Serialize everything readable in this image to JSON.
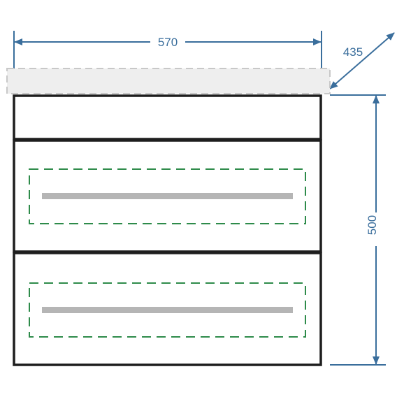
{
  "dimensions": {
    "width_label": "570",
    "depth_label": "435",
    "height_label": "500"
  },
  "colors": {
    "dimension_line": "#3a6e9c",
    "cabinet_outline": "#1e1e1e",
    "countertop_fill": "#eeeeee",
    "countertop_outline": "#c8c8c8",
    "drawer_handle": "#b5b5b5",
    "drawer_front_dashed": "#2e8b4a"
  },
  "drawers": [
    {
      "name": "top-drawer",
      "has_handle": false
    },
    {
      "name": "middle-drawer",
      "has_handle": true
    },
    {
      "name": "bottom-drawer",
      "has_handle": true
    }
  ]
}
